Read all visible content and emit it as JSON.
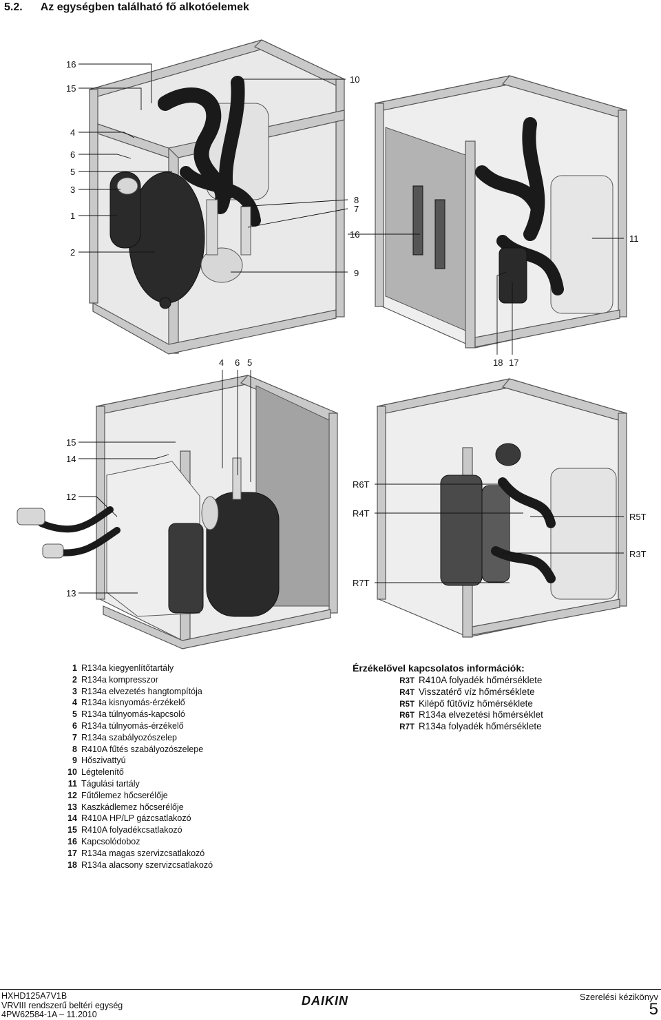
{
  "section": {
    "number": "5.2.",
    "title": "Az egységben található fő alkotóelemek"
  },
  "callouts_top": {
    "left": [
      "16",
      "15",
      "4",
      "6",
      "5",
      "3",
      "1",
      "2"
    ],
    "right": [
      "10",
      "8",
      "7",
      "16",
      "9",
      "11"
    ]
  },
  "callouts_mid": [
    "4",
    "6",
    "5",
    "18",
    "17"
  ],
  "callouts_bottom": {
    "left": [
      "15",
      "14",
      "12",
      "13"
    ],
    "right": [
      "R6T",
      "R4T",
      "R7T",
      "R5T",
      "R3T"
    ]
  },
  "legend": [
    {
      "n": "1",
      "text": "R134a kiegyenlítőtartály"
    },
    {
      "n": "2",
      "text": "R134a kompresszor"
    },
    {
      "n": "3",
      "text": "R134a elvezetés hangtompítója"
    },
    {
      "n": "4",
      "text": "R134a kisnyomás-érzékelő"
    },
    {
      "n": "5",
      "text": "R134a túlnyomás-kapcsoló"
    },
    {
      "n": "6",
      "text": "R134a túlnyomás-érzékelő"
    },
    {
      "n": "7",
      "text": "R134a szabályozószelep"
    },
    {
      "n": "8",
      "text": "R410A fűtés szabályozószelepe"
    },
    {
      "n": "9",
      "text": "Hőszivattyú"
    },
    {
      "n": "10",
      "text": "Légtelenítő"
    },
    {
      "n": "11",
      "text": "Tágulási tartály"
    },
    {
      "n": "12",
      "text": "Fűtőlemez hőcserélője"
    },
    {
      "n": "13",
      "text": "Kaszkádlemez hőcserélője"
    },
    {
      "n": "14",
      "text": "R410A HP/LP gázcsatlakozó"
    },
    {
      "n": "15",
      "text": "R410A folyadékcsatlakozó"
    },
    {
      "n": "16",
      "text": "Kapcsolódoboz"
    },
    {
      "n": "17",
      "text": "R134a magas szervizcsatlakozó"
    },
    {
      "n": "18",
      "text": "R134a alacsony szervizcsatlakozó"
    }
  ],
  "sensors": {
    "heading": "Érzékelővel kapcsolatos információk:",
    "items": [
      {
        "code": "R3T",
        "text": "R410A folyadék hőmérséklete"
      },
      {
        "code": "R4T",
        "text": "Visszatérő víz hőmérséklete"
      },
      {
        "code": "R5T",
        "text": "Kilépő fűtővíz hőmérséklete"
      },
      {
        "code": "R6T",
        "text": "R134a elvezetési hőmérséklet"
      },
      {
        "code": "R7T",
        "text": "R134a folyadék hőmérséklete"
      }
    ]
  },
  "footer": {
    "model": "HXHD125A7V1B",
    "product": "VRVIII rendszerű beltéri egység",
    "doc": "4PW62584-1A – 11.2010",
    "brand": "DAIKIN",
    "manual": "Szerelési kézikönyv",
    "page": "5"
  }
}
